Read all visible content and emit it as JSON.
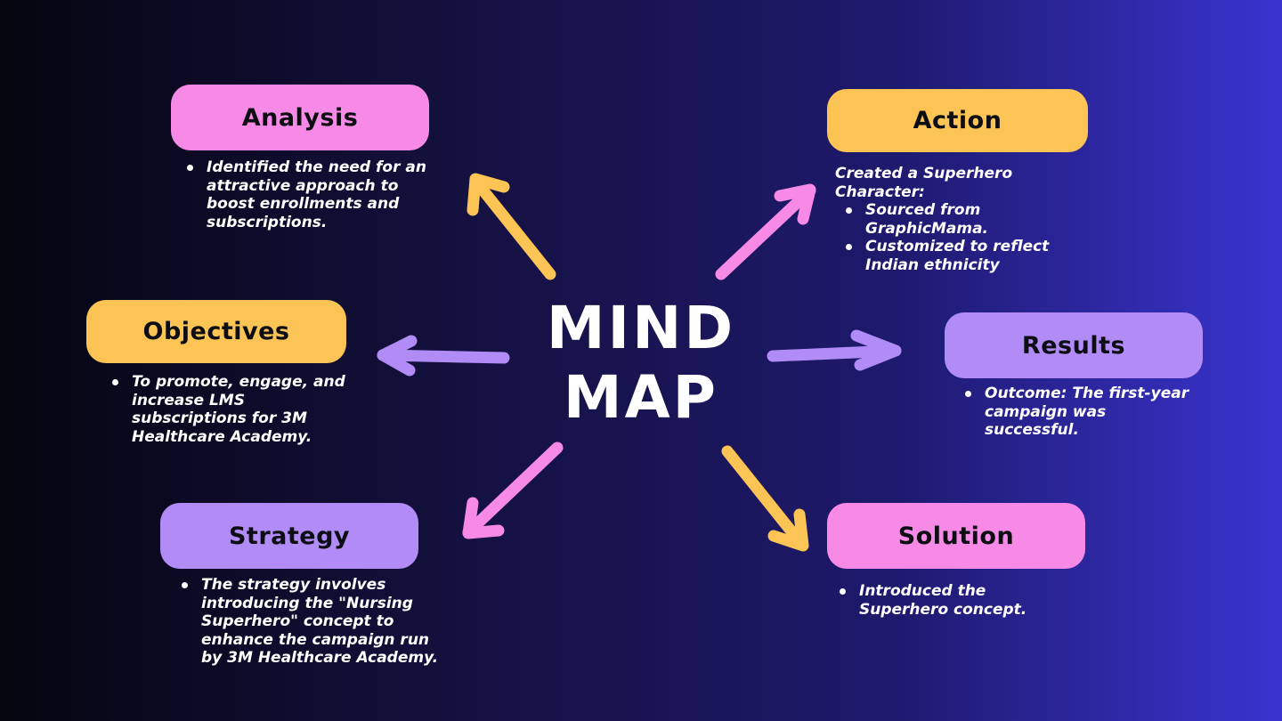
{
  "title": {
    "line1": "MIND",
    "line2": "MAP"
  },
  "colors": {
    "pink": "#f78ae6",
    "yellow": "#fbc455",
    "purple": "#b18cf6"
  },
  "nodes": {
    "analysis": {
      "label": "Analysis",
      "bullets": [
        "Identified the need for an attractive approach to boost enrollments and subscriptions."
      ]
    },
    "objectives": {
      "label": "Objectives",
      "bullets": [
        "To promote, engage, and increase LMS subscriptions for 3M Healthcare Academy."
      ]
    },
    "strategy": {
      "label": "Strategy",
      "bullets": [
        "The strategy involves introducing the \"Nursing Superhero\" concept to enhance the campaign run by 3M Healthcare Academy."
      ]
    },
    "action": {
      "label": "Action",
      "intro": "Created a Superhero Character:",
      "bullets": [
        "Sourced from GraphicMama.",
        "Customized to reflect Indian ethnicity"
      ]
    },
    "results": {
      "label": "Results",
      "bullets": [
        "Outcome: The first-year campaign was successful."
      ]
    },
    "solution": {
      "label": "Solution",
      "bullets": [
        "Introduced the Superhero concept."
      ]
    }
  }
}
